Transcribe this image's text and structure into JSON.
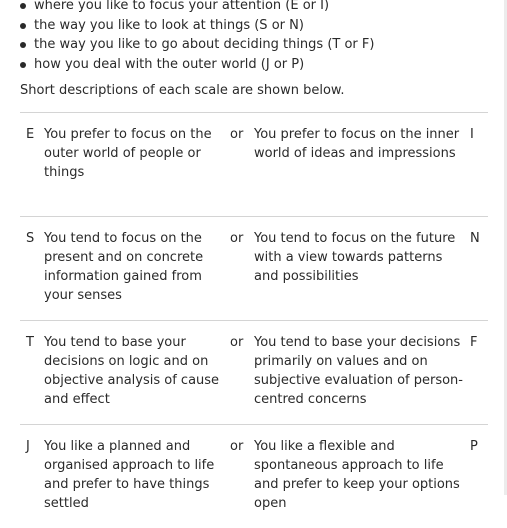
{
  "bullets": [
    "where you like to focus your attention (E or I)",
    "the way you like to look at things (S or N)",
    "the way you like to go about deciding things (T or F)",
    "how you deal with the outer world (J or P)"
  ],
  "intro": "Short descriptions of each scale are shown below.",
  "scales": [
    {
      "left_letter": "E",
      "left_text": "You prefer to focus on the outer world of people or things",
      "or": "or",
      "right_text": "You prefer to focus on the inner world of ideas and impressions",
      "right_letter": "I"
    },
    {
      "left_letter": "S",
      "left_text": "You tend to focus on the present and on concrete information gained from your senses",
      "or": "or",
      "right_text": "You tend to focus on the future with a view towards patterns and possibilities",
      "right_letter": "N"
    },
    {
      "left_letter": "T",
      "left_text": "You tend to base your decisions on logic and on objective analysis of cause and effect",
      "or": "or",
      "right_text": "You tend to base your decisions primarily on values and on subjective evaluation of person-centred concerns",
      "right_letter": "F"
    },
    {
      "left_letter": "J",
      "left_text": "You like a planned and organised approach to life and prefer to have things settled",
      "or": "or",
      "right_text": "You like a flexible and spontaneous approach to life and prefer to keep your options open",
      "right_letter": "P"
    }
  ]
}
